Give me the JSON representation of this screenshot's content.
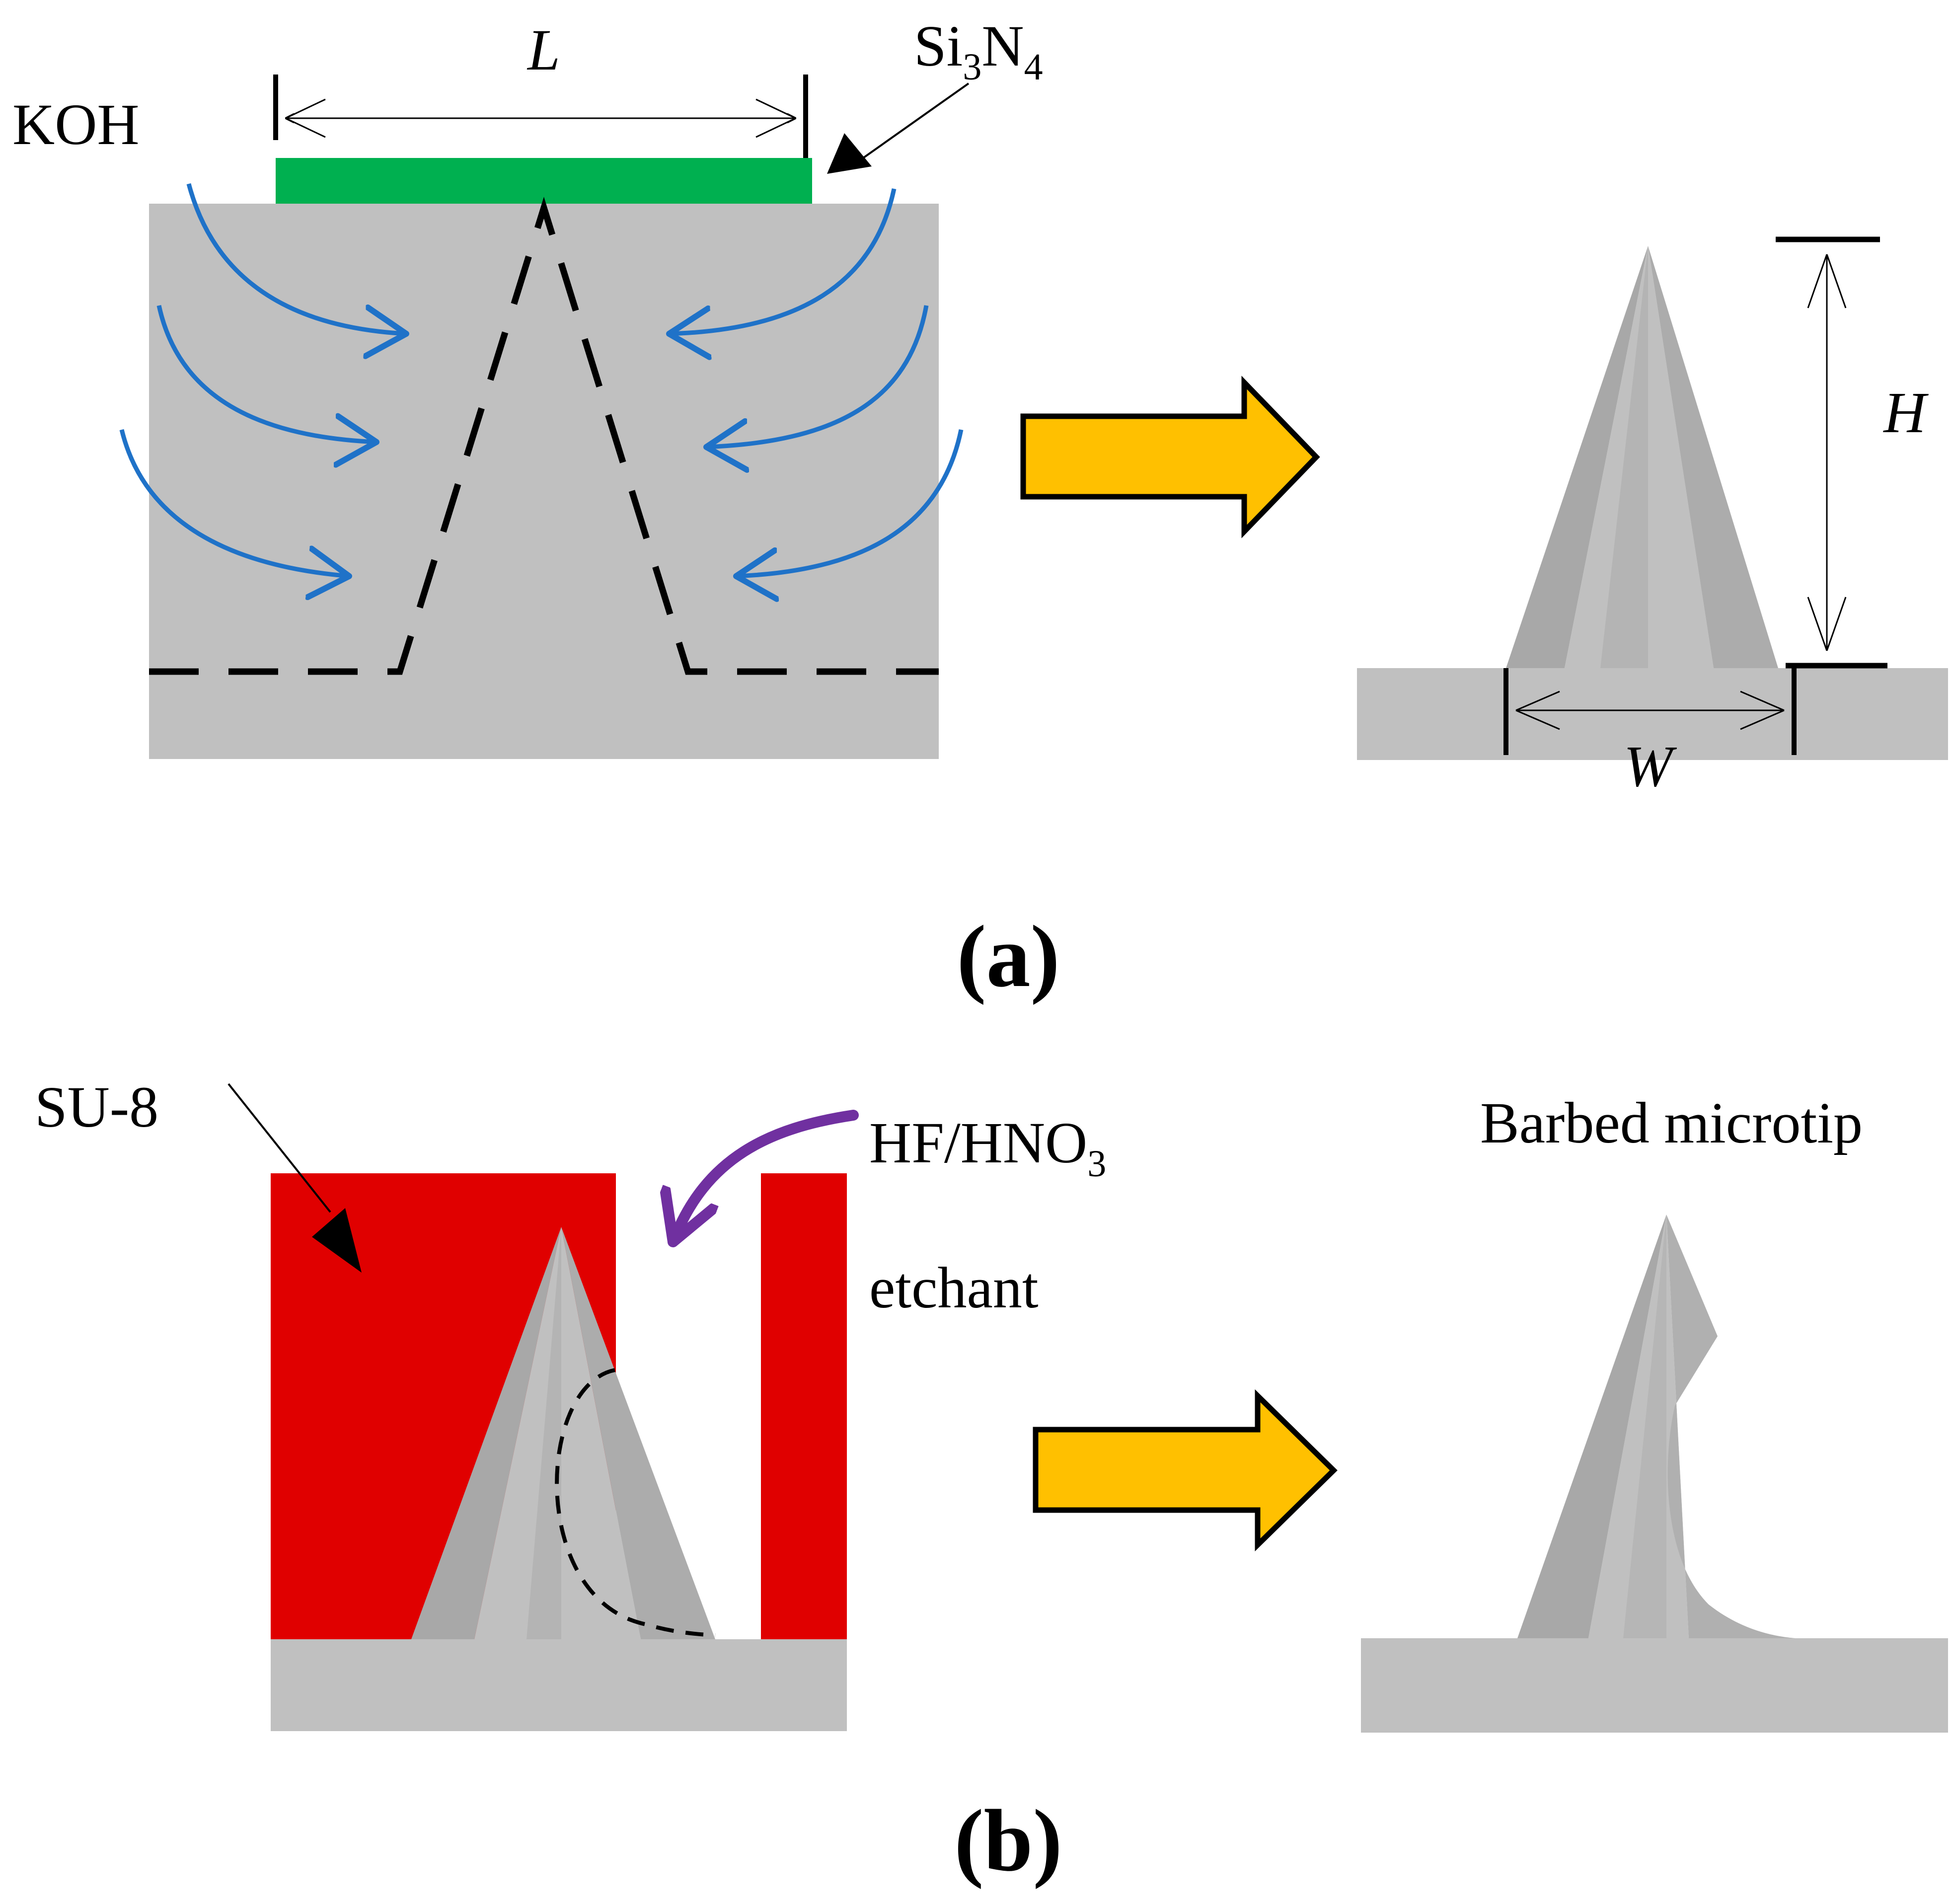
{
  "panel_a": {
    "etchant_label": "KOH",
    "mask_label_base": "Si",
    "mask_label_sub1": "3",
    "mask_label_mid": "N",
    "mask_label_sub2": "4",
    "mask_width_symbol": "L",
    "height_symbol": "H",
    "width_symbol": "W",
    "caption": "(a)"
  },
  "panel_b": {
    "resist_label": "SU-8",
    "etchant_label_base": "HF/HNO",
    "etchant_label_sub": "3",
    "etchant_label_line2": "etchant",
    "result_label": "Barbed microtip",
    "caption": "(b)"
  },
  "colors": {
    "silicon": "#c0c0c0",
    "silicon_dark": "#a7a7a7",
    "silicon_mid": "#b4b4b4",
    "mask": "#00b050",
    "resist": "#e00000",
    "flow_arrow": "#1f72c8",
    "etchant_arrow": "#7030a0",
    "process_arrow": "#ffc000"
  }
}
